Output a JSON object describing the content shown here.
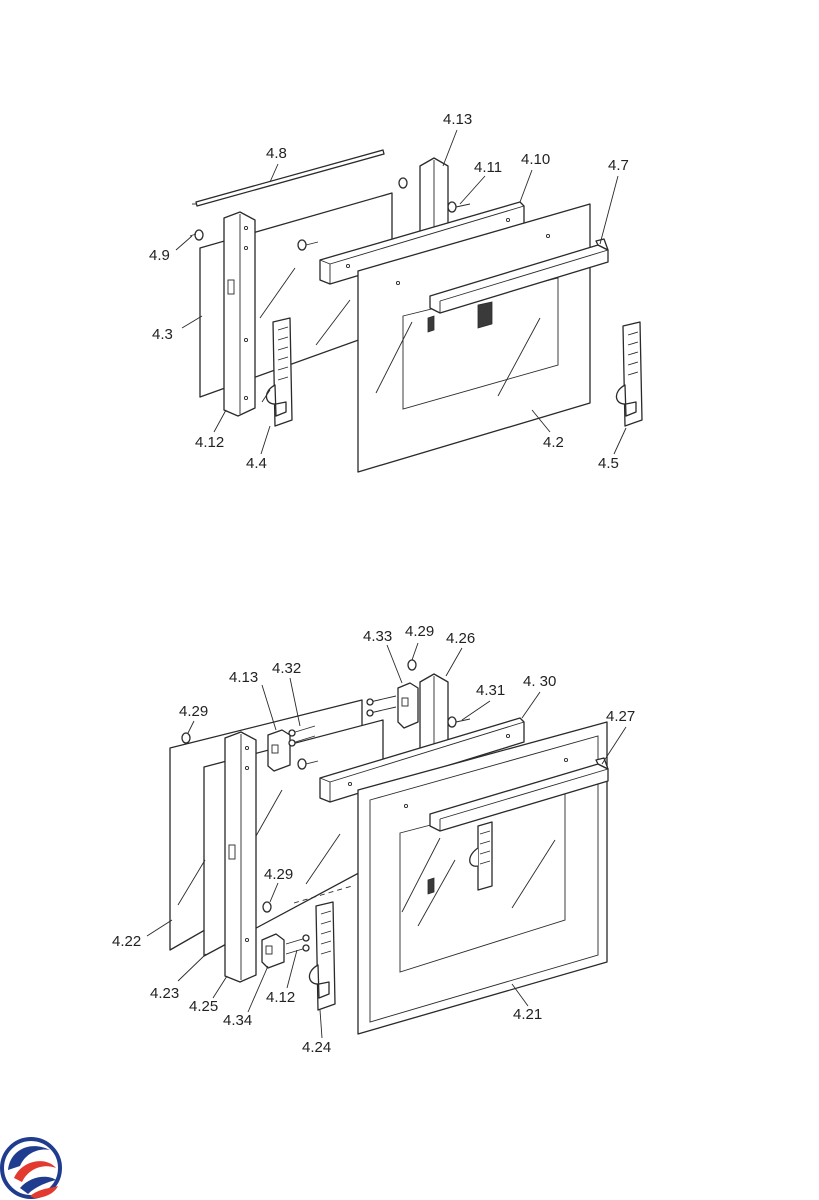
{
  "diagram_top": {
    "labels": {
      "l_4_13": "4.13",
      "l_4_8": "4.8",
      "l_4_11": "4.11",
      "l_4_10": "4.10",
      "l_4_7": "4.7",
      "l_4_9": "4.9",
      "l_4_3": "4.3",
      "l_4_12": "4.12",
      "l_4_4": "4.4",
      "l_4_2": "4.2",
      "l_4_5": "4.5"
    }
  },
  "diagram_bottom": {
    "labels": {
      "l_4_33": "4.33",
      "l_4_29a": "4.29",
      "l_4_26": "4.26",
      "l_4_13": "4.13",
      "l_4_32": "4.32",
      "l_4_30": "4. 30",
      "l_4_31": "4.31",
      "l_4_29b": "4.29",
      "l_4_27": "4.27",
      "l_4_29c": "4.29",
      "l_4_22": "4.22",
      "l_4_23": "4.23",
      "l_4_25": "4.25",
      "l_4_34": "4.34",
      "l_4_12": "4.12",
      "l_4_24": "4.24",
      "l_4_21": "4.21"
    }
  },
  "logo": {
    "icon": "brand-swirl-logo",
    "colors": [
      "#1f3c8f",
      "#e23a2e"
    ]
  }
}
